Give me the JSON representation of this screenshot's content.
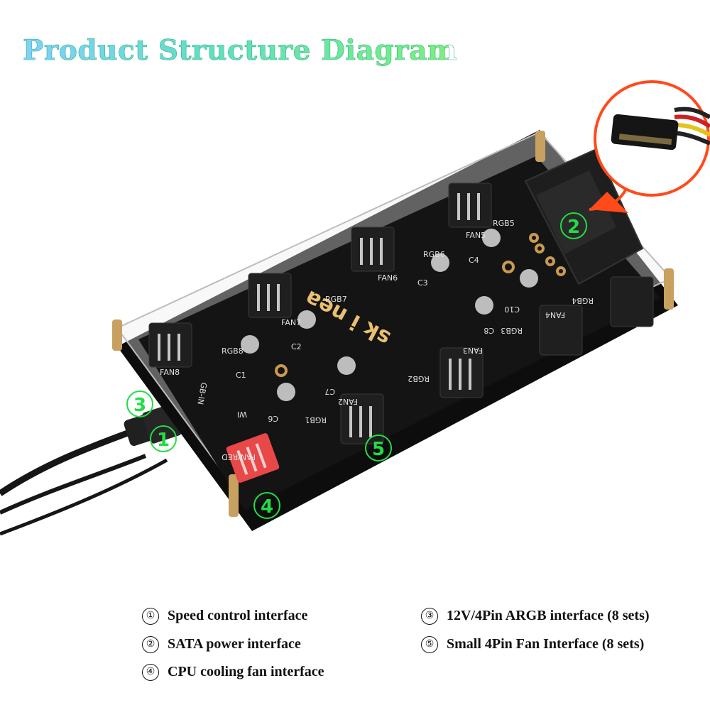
{
  "title": "Product Structure Diagram",
  "board_text": {
    "brand": "sk i nea",
    "fan_labels": [
      "FAN8",
      "FAN7",
      "FAN6",
      "FAN5",
      "FAN4",
      "FAN3",
      "FAN2",
      "FAN/RED"
    ],
    "rgb_labels": [
      "RGB8",
      "RGB7",
      "RGB6",
      "RGB5",
      "RGB4",
      "RGB3",
      "RGB2",
      "RGB1"
    ],
    "cap_labels": [
      "C1",
      "C2",
      "C3",
      "C4",
      "C6",
      "C7",
      "C8",
      "C10"
    ],
    "misc_labels": [
      "GB-IN",
      "WI"
    ]
  },
  "callouts": [
    {
      "num": "①",
      "text": "Speed control interface"
    },
    {
      "num": "②",
      "text": "SATA power interface"
    },
    {
      "num": "③",
      "text": "12V/4Pin ARGB interface (8 sets)"
    },
    {
      "num": "④",
      "text": "CPU cooling fan interface"
    },
    {
      "num": "⑤",
      "text": "Small 4Pin Fan Interface (8 sets)"
    }
  ],
  "colors": {
    "callout_green": "#22dd44",
    "board": "#111111",
    "sata_orange": "#ff4a1a",
    "cpu_header": "#e84848"
  }
}
